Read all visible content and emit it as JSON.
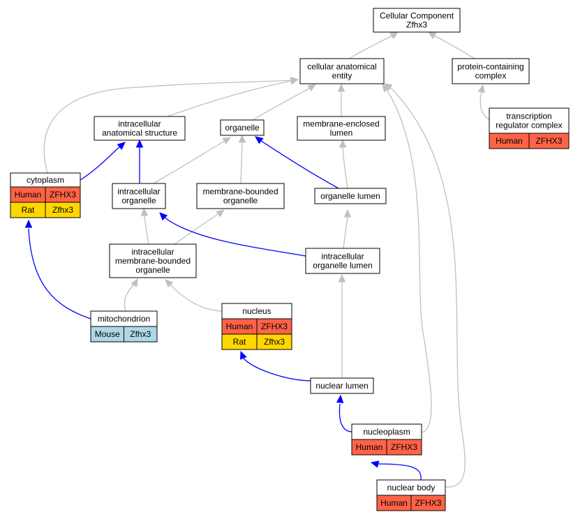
{
  "colors": {
    "human": "#ff6347",
    "rat": "#ffd700",
    "mouse": "#add8e6",
    "is_a_edge": "#c0c0c0",
    "part_of_edge": "#0000ff"
  },
  "nodes": {
    "root": {
      "lines": [
        "Cellular Component",
        "Zfhx3"
      ]
    },
    "cae": {
      "lines": [
        "cellular anatomical",
        "entity"
      ]
    },
    "pcc": {
      "lines": [
        "protein-containing",
        "complex"
      ]
    },
    "trc": {
      "lines": [
        "transcription",
        "regulator complex"
      ],
      "annotations": [
        {
          "species": "Human",
          "gene": "ZFHX3",
          "color": "#ff6347"
        }
      ]
    },
    "ias": {
      "lines": [
        "intracellular",
        "anatomical structure"
      ]
    },
    "organelle": {
      "lines": [
        "organelle"
      ]
    },
    "mel": {
      "lines": [
        "membrane-enclosed",
        "lumen"
      ]
    },
    "cytoplasm": {
      "lines": [
        "cytoplasm"
      ],
      "annotations": [
        {
          "species": "Human",
          "gene": "ZFHX3",
          "color": "#ff6347"
        },
        {
          "species": "Rat",
          "gene": "Zfhx3",
          "color": "#ffd700"
        }
      ]
    },
    "io": {
      "lines": [
        "intracellular",
        "organelle"
      ]
    },
    "mbo": {
      "lines": [
        "membrane-bounded",
        "organelle"
      ]
    },
    "ol": {
      "lines": [
        "organelle lumen"
      ]
    },
    "imbo": {
      "lines": [
        "intracellular",
        "membrane-bounded",
        "organelle"
      ]
    },
    "iol": {
      "lines": [
        "intracellular",
        "organelle lumen"
      ]
    },
    "mito": {
      "lines": [
        "mitochondrion"
      ],
      "annotations": [
        {
          "species": "Mouse",
          "gene": "Zfhx3",
          "color": "#add8e6"
        }
      ]
    },
    "nucleus": {
      "lines": [
        "nucleus"
      ],
      "annotations": [
        {
          "species": "Human",
          "gene": "ZFHX3",
          "color": "#ff6347"
        },
        {
          "species": "Rat",
          "gene": "Zfhx3",
          "color": "#ffd700"
        }
      ]
    },
    "nl": {
      "lines": [
        "nuclear lumen"
      ]
    },
    "np": {
      "lines": [
        "nucleoplasm"
      ],
      "annotations": [
        {
          "species": "Human",
          "gene": "ZFHX3",
          "color": "#ff6347"
        }
      ]
    },
    "nb": {
      "lines": [
        "nuclear body"
      ],
      "annotations": [
        {
          "species": "Human",
          "gene": "ZFHX3",
          "color": "#ff6347"
        }
      ]
    }
  },
  "edges": [
    {
      "from": "cae",
      "to": "root",
      "type": "is_a"
    },
    {
      "from": "pcc",
      "to": "root",
      "type": "is_a"
    },
    {
      "from": "trc",
      "to": "pcc",
      "type": "is_a"
    },
    {
      "from": "ias",
      "to": "cae",
      "type": "is_a"
    },
    {
      "from": "organelle",
      "to": "cae",
      "type": "is_a"
    },
    {
      "from": "mel",
      "to": "cae",
      "type": "is_a"
    },
    {
      "from": "cytoplasm",
      "to": "cae",
      "type": "is_a"
    },
    {
      "from": "np",
      "to": "cae",
      "type": "is_a"
    },
    {
      "from": "nb",
      "to": "cae",
      "type": "is_a"
    },
    {
      "from": "cytoplasm",
      "to": "ias",
      "type": "part_of"
    },
    {
      "from": "io",
      "to": "ias",
      "type": "part_of"
    },
    {
      "from": "io",
      "to": "organelle",
      "type": "is_a"
    },
    {
      "from": "mbo",
      "to": "organelle",
      "type": "is_a"
    },
    {
      "from": "ol",
      "to": "organelle",
      "type": "part_of"
    },
    {
      "from": "ol",
      "to": "mel",
      "type": "is_a"
    },
    {
      "from": "imbo",
      "to": "io",
      "type": "is_a"
    },
    {
      "from": "imbo",
      "to": "mbo",
      "type": "is_a"
    },
    {
      "from": "iol",
      "to": "io",
      "type": "part_of"
    },
    {
      "from": "iol",
      "to": "ol",
      "type": "is_a"
    },
    {
      "from": "mito",
      "to": "cytoplasm",
      "type": "part_of"
    },
    {
      "from": "mito",
      "to": "imbo",
      "type": "is_a"
    },
    {
      "from": "nucleus",
      "to": "imbo",
      "type": "is_a"
    },
    {
      "from": "nl",
      "to": "nucleus",
      "type": "part_of"
    },
    {
      "from": "nl",
      "to": "iol",
      "type": "is_a"
    },
    {
      "from": "np",
      "to": "nl",
      "type": "part_of"
    },
    {
      "from": "nb",
      "to": "np",
      "type": "part_of"
    }
  ]
}
